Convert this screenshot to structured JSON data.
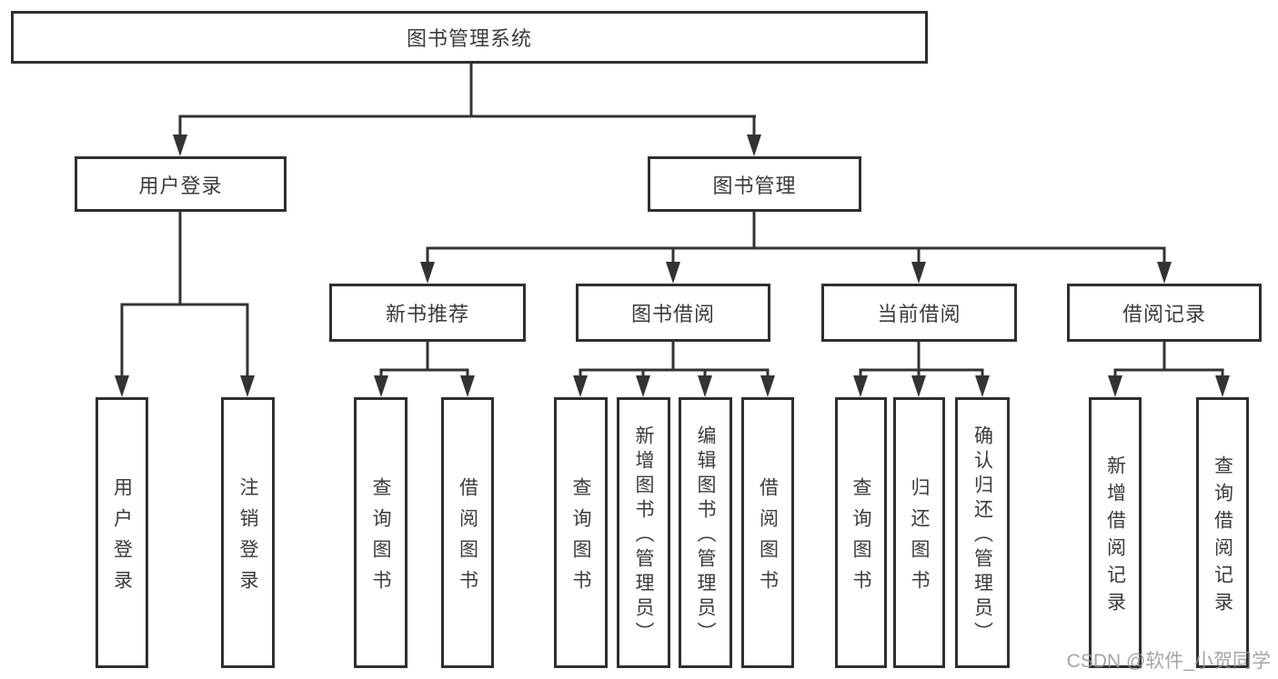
{
  "diagram": {
    "root": {
      "label": "图书管理系统"
    },
    "branches": [
      {
        "label": "用户登录",
        "children": [
          {
            "label": "用户登录"
          },
          {
            "label": "注销登录"
          }
        ]
      },
      {
        "label": "图书管理",
        "groups": [
          {
            "label": "新书推荐",
            "children": [
              {
                "label": "查询图书"
              },
              {
                "label": "借阅图书"
              }
            ]
          },
          {
            "label": "图书借阅",
            "children": [
              {
                "label": "查询图书"
              },
              {
                "label": "新增图书（管理员）"
              },
              {
                "label": "编辑图书（管理员）"
              },
              {
                "label": "借阅图书"
              }
            ]
          },
          {
            "label": "当前借阅",
            "children": [
              {
                "label": "查询图书"
              },
              {
                "label": "归还图书"
              },
              {
                "label": "确认归还（管理员）"
              }
            ]
          },
          {
            "label": "借阅记录",
            "children": [
              {
                "label": "新增借阅记录"
              },
              {
                "label": "查询借阅记录"
              }
            ]
          }
        ]
      }
    ]
  },
  "watermark": {
    "text": "CSDN @软件_小贺同学"
  },
  "colors": {
    "line": "#333333",
    "box_border": "#2f2f2f",
    "text": "#3b3b3b",
    "background": "#ffffff",
    "watermark": "#949599"
  }
}
